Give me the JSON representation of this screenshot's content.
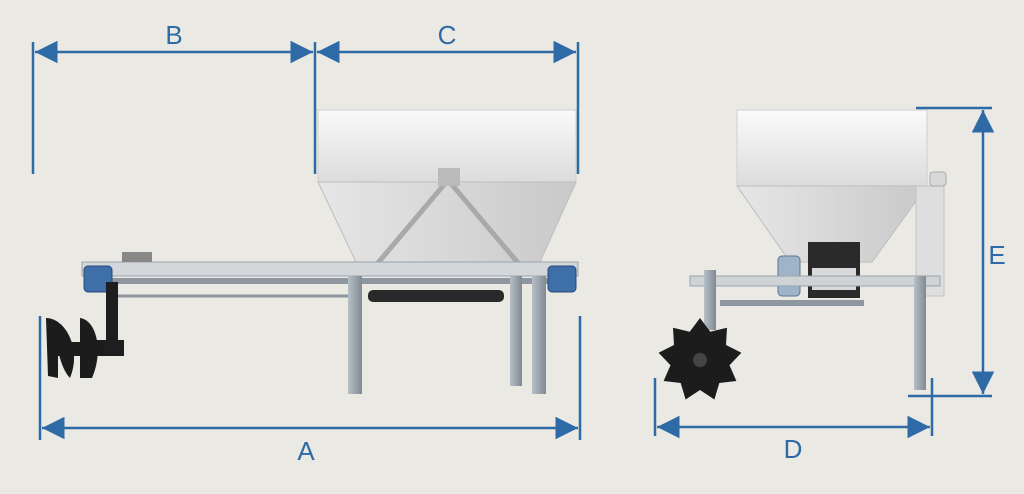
{
  "dimensions": {
    "A": "A",
    "B": "B",
    "C": "C",
    "D": "D",
    "E": "E"
  },
  "colors": {
    "background": "#ebe9e4",
    "dimension_line": "#2e6aa6",
    "hopper": "#f3f3f3",
    "frame": "#9aa3ab",
    "disc": "#1c1c1c",
    "belt": "#2a2a2a",
    "motor": "#3f6fa8"
  }
}
